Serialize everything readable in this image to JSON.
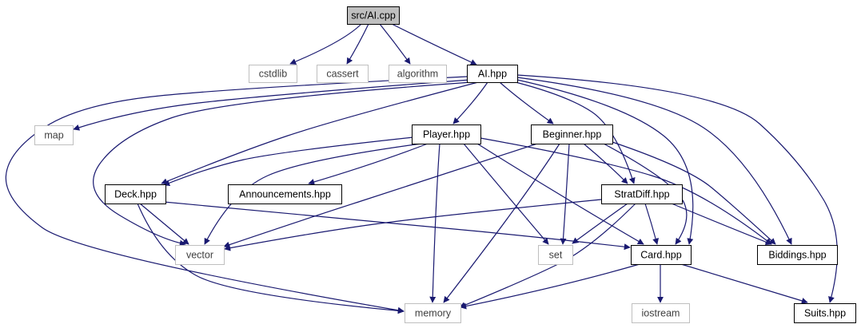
{
  "graph": {
    "colors": {
      "edge": "#191970",
      "root_fill": "#bfbfbf",
      "node_border": "#000000",
      "external_border": "#bfbfbf",
      "external_text": "#404040",
      "text": "#000000"
    },
    "nodes": [
      {
        "id": "ai_cpp",
        "label": "src/AI.cpp",
        "kind": "root"
      },
      {
        "id": "cstdlib",
        "label": "cstdlib",
        "kind": "external"
      },
      {
        "id": "cassert",
        "label": "cassert",
        "kind": "external"
      },
      {
        "id": "algorithm",
        "label": "algorithm",
        "kind": "external"
      },
      {
        "id": "ai_hpp",
        "label": "AI.hpp",
        "kind": "header"
      },
      {
        "id": "map",
        "label": "map",
        "kind": "external"
      },
      {
        "id": "player_hpp",
        "label": "Player.hpp",
        "kind": "header"
      },
      {
        "id": "beginner_hpp",
        "label": "Beginner.hpp",
        "kind": "header"
      },
      {
        "id": "deck_hpp",
        "label": "Deck.hpp",
        "kind": "header"
      },
      {
        "id": "announcements_hpp",
        "label": "Announcements.hpp",
        "kind": "header"
      },
      {
        "id": "stratdiff_hpp",
        "label": "StratDiff.hpp",
        "kind": "header"
      },
      {
        "id": "vector",
        "label": "vector",
        "kind": "external"
      },
      {
        "id": "set",
        "label": "set",
        "kind": "external"
      },
      {
        "id": "card_hpp",
        "label": "Card.hpp",
        "kind": "header"
      },
      {
        "id": "biddings_hpp",
        "label": "Biddings.hpp",
        "kind": "header"
      },
      {
        "id": "memory",
        "label": "memory",
        "kind": "external"
      },
      {
        "id": "iostream",
        "label": "iostream",
        "kind": "external"
      },
      {
        "id": "suits_hpp",
        "label": "Suits.hpp",
        "kind": "header"
      }
    ],
    "edges": [
      {
        "from": "ai_cpp",
        "to": "cstdlib"
      },
      {
        "from": "ai_cpp",
        "to": "cassert"
      },
      {
        "from": "ai_cpp",
        "to": "algorithm"
      },
      {
        "from": "ai_cpp",
        "to": "ai_hpp"
      },
      {
        "from": "ai_hpp",
        "to": "map"
      },
      {
        "from": "ai_hpp",
        "to": "player_hpp"
      },
      {
        "from": "ai_hpp",
        "to": "beginner_hpp"
      },
      {
        "from": "ai_hpp",
        "to": "deck_hpp"
      },
      {
        "from": "ai_hpp",
        "to": "vector"
      },
      {
        "from": "ai_hpp",
        "to": "memory"
      },
      {
        "from": "ai_hpp",
        "to": "stratdiff_hpp"
      },
      {
        "from": "ai_hpp",
        "to": "card_hpp"
      },
      {
        "from": "ai_hpp",
        "to": "biddings_hpp"
      },
      {
        "from": "ai_hpp",
        "to": "suits_hpp"
      },
      {
        "from": "player_hpp",
        "to": "deck_hpp"
      },
      {
        "from": "player_hpp",
        "to": "announcements_hpp"
      },
      {
        "from": "player_hpp",
        "to": "vector"
      },
      {
        "from": "player_hpp",
        "to": "memory"
      },
      {
        "from": "player_hpp",
        "to": "set"
      },
      {
        "from": "player_hpp",
        "to": "card_hpp"
      },
      {
        "from": "player_hpp",
        "to": "biddings_hpp"
      },
      {
        "from": "beginner_hpp",
        "to": "vector"
      },
      {
        "from": "beginner_hpp",
        "to": "memory"
      },
      {
        "from": "beginner_hpp",
        "to": "set"
      },
      {
        "from": "beginner_hpp",
        "to": "stratdiff_hpp"
      },
      {
        "from": "beginner_hpp",
        "to": "card_hpp"
      },
      {
        "from": "beginner_hpp",
        "to": "biddings_hpp"
      },
      {
        "from": "deck_hpp",
        "to": "vector"
      },
      {
        "from": "deck_hpp",
        "to": "memory"
      },
      {
        "from": "deck_hpp",
        "to": "card_hpp"
      },
      {
        "from": "stratdiff_hpp",
        "to": "vector"
      },
      {
        "from": "stratdiff_hpp",
        "to": "set"
      },
      {
        "from": "stratdiff_hpp",
        "to": "memory"
      },
      {
        "from": "stratdiff_hpp",
        "to": "card_hpp"
      },
      {
        "from": "stratdiff_hpp",
        "to": "biddings_hpp"
      },
      {
        "from": "card_hpp",
        "to": "memory"
      },
      {
        "from": "card_hpp",
        "to": "iostream"
      },
      {
        "from": "card_hpp",
        "to": "suits_hpp"
      }
    ]
  }
}
